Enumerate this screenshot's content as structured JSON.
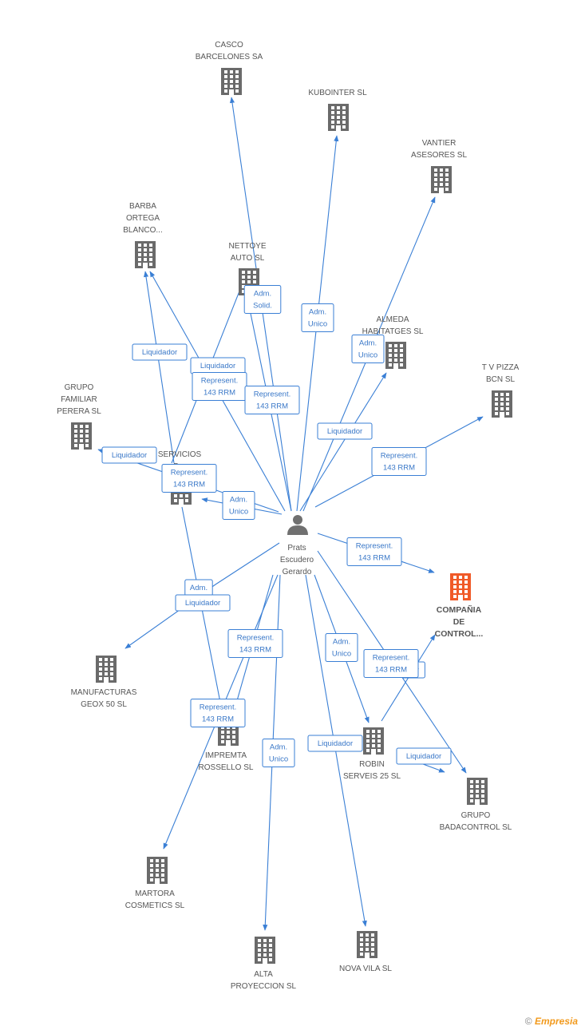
{
  "colors": {
    "edge": "#3a7fd5",
    "building": "#6a6a6a",
    "building_focus": "#f05a28",
    "person": "#707070",
    "label_box_border": "#3a7fd5",
    "label_text": "#3a78c8"
  },
  "center": {
    "id": "prats",
    "lines": [
      "Prats",
      "Escudero",
      "Gerardo"
    ],
    "icon": "person-icon"
  },
  "nodes": [
    {
      "id": "casco",
      "lines": [
        "CASCO",
        "BARCELONES SA"
      ]
    },
    {
      "id": "kubointer",
      "lines": [
        "KUBOINTER SL"
      ]
    },
    {
      "id": "vantier",
      "lines": [
        "VANTIER",
        "ASESORES  SL"
      ]
    },
    {
      "id": "barba",
      "lines": [
        "BARBA",
        "ORTEGA",
        "BLANCO..."
      ]
    },
    {
      "id": "nettoye",
      "lines": [
        "NETTOYE",
        "AUTO SL"
      ]
    },
    {
      "id": "almeda",
      "lines": [
        "ALMEDA",
        "HABITATGES SL"
      ]
    },
    {
      "id": "tvpizza",
      "lines": [
        "T V PIZZA",
        "BCN  SL"
      ]
    },
    {
      "id": "grupofam",
      "lines": [
        "GRUPO",
        "FAMILIAR",
        "PERERA SL"
      ]
    },
    {
      "id": "servicios",
      "lines": [
        "SERVICIOS",
        "D..."
      ]
    },
    {
      "id": "compania",
      "lines": [
        "COMPAÑIA",
        "DE",
        "CONTROL..."
      ],
      "focus": true
    },
    {
      "id": "manufacturas",
      "lines": [
        "MANUFACTURAS",
        "GEOX 50 SL"
      ]
    },
    {
      "id": "impremta",
      "lines": [
        "IMPREMTA",
        "ROSSELLO SL"
      ]
    },
    {
      "id": "robin",
      "lines": [
        "ROBIN",
        "SERVEIS 25 SL"
      ]
    },
    {
      "id": "grupobada",
      "lines": [
        "GRUPO",
        "BADACONTROL SL"
      ]
    },
    {
      "id": "martora",
      "lines": [
        "MARTORA",
        "COSMETICS SL"
      ]
    },
    {
      "id": "alta",
      "lines": [
        "ALTA",
        "PROYECCION SL"
      ]
    },
    {
      "id": "novavila",
      "lines": [
        "NOVA VILA SL"
      ]
    }
  ],
  "relations": [
    {
      "lines": [
        "Adm.",
        "Solid."
      ]
    },
    {
      "lines": [
        "Adm.",
        "Unico"
      ]
    },
    {
      "lines": [
        "Adm.",
        "Unico"
      ]
    },
    {
      "lines": [
        "Liquidador"
      ]
    },
    {
      "lines": [
        "Liquidador"
      ]
    },
    {
      "lines": [
        "Represent.",
        "143 RRM"
      ]
    },
    {
      "lines": [
        "Represent.",
        "143 RRM"
      ]
    },
    {
      "lines": [
        "Liquidador"
      ]
    },
    {
      "lines": [
        "Represent.",
        "143 RRM"
      ]
    },
    {
      "lines": [
        "Liquidador"
      ]
    },
    {
      "lines": [
        "Represent.",
        "143 RRM"
      ]
    },
    {
      "lines": [
        "Adm.",
        "Unico"
      ]
    },
    {
      "lines": [
        "Represent.",
        "143 RRM"
      ]
    },
    {
      "lines": [
        "Adm."
      ]
    },
    {
      "lines": [
        "Liquidador"
      ]
    },
    {
      "lines": [
        "Represent.",
        "143 RRM"
      ]
    },
    {
      "lines": [
        "Adm.",
        "Unico"
      ]
    },
    {
      "lines": [
        "dor"
      ]
    },
    {
      "lines": [
        "Represent.",
        "143 RRM"
      ]
    },
    {
      "lines": [
        "Represent.",
        "143 RRM"
      ]
    },
    {
      "lines": [
        "Adm.",
        "Unico"
      ]
    },
    {
      "lines": [
        "Liquidador"
      ]
    },
    {
      "lines": [
        "Liquidador"
      ]
    }
  ],
  "watermark": {
    "copyright": "©",
    "brand": "Empresia"
  }
}
